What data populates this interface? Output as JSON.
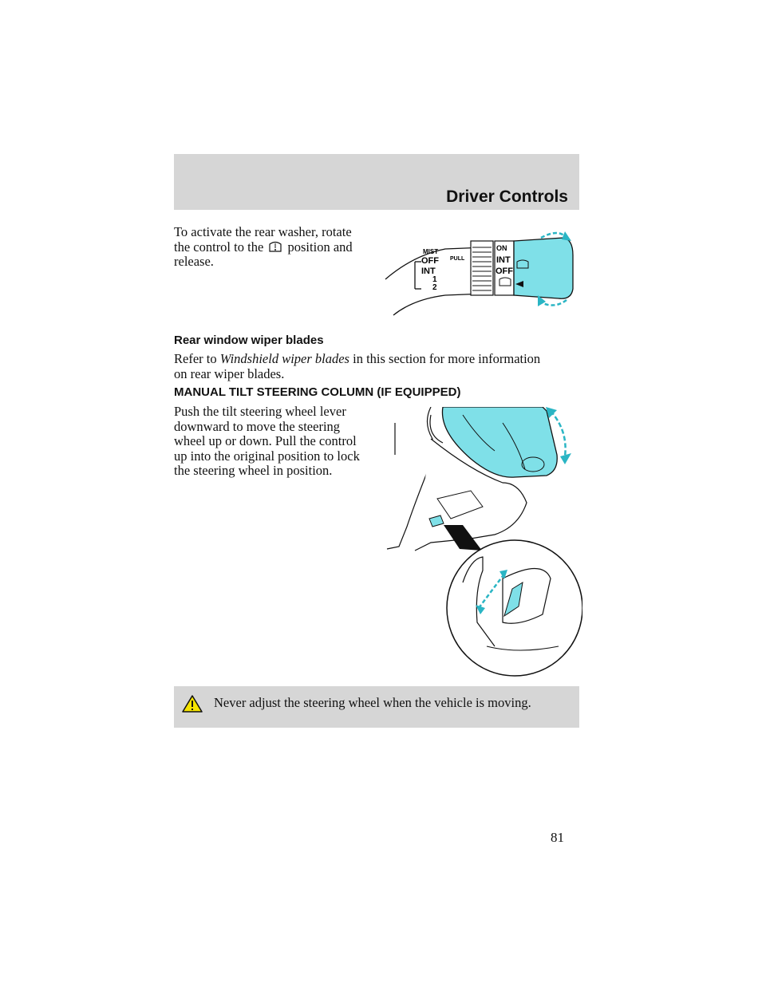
{
  "header": {
    "section_title": "Driver Controls"
  },
  "washer_para": {
    "line1": "To activate the rear washer, rotate",
    "line2_before_icon": "the control to the",
    "line2_after_icon": " position and",
    "line3": "release."
  },
  "wiper_blades": {
    "heading": "Rear window wiper blades",
    "line1_before": "Refer to ",
    "line1_italic": "Windshield wiper blades",
    "line1_after": " in this section for more information",
    "line2": "on rear wiper blades."
  },
  "tilt": {
    "heading": "MANUAL TILT STEERING COLUMN (IF EQUIPPED)",
    "lines": [
      "Push the tilt steering wheel lever",
      "downward to move the steering",
      "wheel up or down. Pull the control",
      "up into the original position to lock",
      "the steering wheel in position."
    ]
  },
  "warning": {
    "text": "Never adjust the steering wheel when the vehicle is moving."
  },
  "wiper_stalk_labels": {
    "left_labels": [
      "MIST",
      "OFF",
      "INT",
      "1",
      "2"
    ],
    "pull": "PULL",
    "right_labels": [
      "ON",
      "INT",
      "OFF"
    ]
  },
  "page_number": "81",
  "colors": {
    "highlight": "#7fe0e8",
    "band": "#d6d6d6",
    "warning_yellow": "#f5e400"
  },
  "icons": [
    "rear-washer-icon",
    "warning-triangle-icon",
    "rear-wiper-icon"
  ]
}
